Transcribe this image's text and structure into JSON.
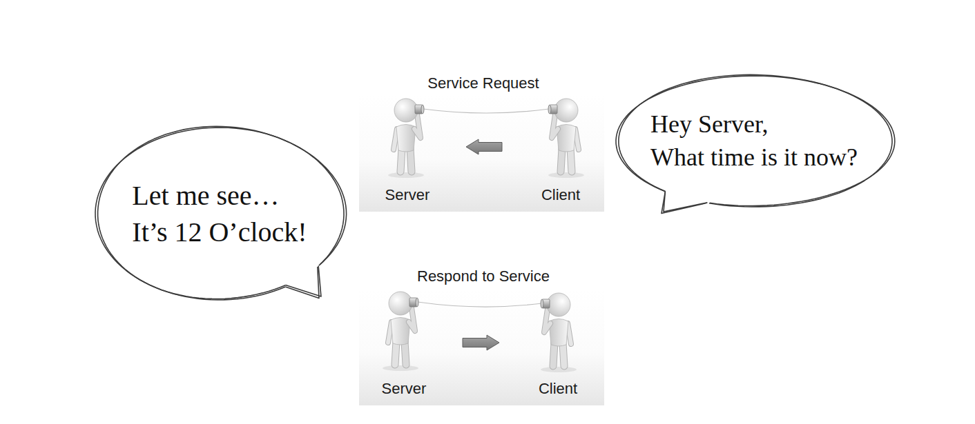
{
  "diagram": {
    "nodes": [
      {
        "text": [
          "Hey Server,",
          "What time is it now?"
        ]
      },
      {
        "text": [
          "Let me see…",
          "It’s 12 O’clock!"
        ]
      },
      {
        "text": [
          "Server"
        ]
      },
      {
        "text": [
          "Client"
        ]
      },
      {
        "text": [
          "Server"
        ]
      },
      {
        "text": [
          "Client"
        ]
      }
    ],
    "edges": [
      {
        "from": 3,
        "to": 2,
        "arrow": "to"
      },
      {
        "from": 4,
        "to": 5,
        "arrow": "to"
      }
    ],
    "labels": [
      "Service Request",
      "Respond to Service"
    ]
  }
}
